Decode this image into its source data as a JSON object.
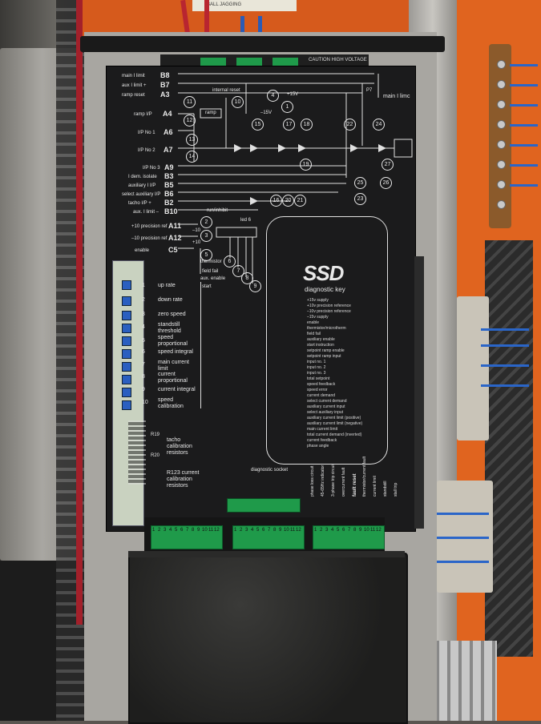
{
  "panel": {
    "caution": "CAUTION HIGH VOLTAGE",
    "top_label": "BALL JAGGING"
  },
  "left_pins": [
    {
      "label": "main I limit",
      "pin": "B8"
    },
    {
      "label": "aux I limit +",
      "pin": "B7"
    },
    {
      "label": "ramp reset",
      "pin": "A3"
    },
    {
      "label": "ramp I/P",
      "pin": "A4"
    },
    {
      "label": "I/P No 1",
      "pin": "A6"
    },
    {
      "label": "I/P No 2",
      "pin": "A7"
    },
    {
      "label": "I/P No 3",
      "pin": "A9"
    },
    {
      "label": "I dem. isolate",
      "pin": "B3"
    },
    {
      "label": "auxiliary I I/P",
      "pin": "B5"
    },
    {
      "label": "select auxiliary I/P",
      "pin": "B6"
    },
    {
      "label": "tacho I/P +",
      "pin": "B2"
    },
    {
      "label": "aux. I limit –",
      "pin": "B10"
    },
    {
      "label": "+10 precision ref",
      "pin": "A11"
    },
    {
      "label": "–10 precision ref",
      "pin": "A12"
    },
    {
      "label": "enable",
      "pin": "C5"
    }
  ],
  "diagram": {
    "internal_reset": "internal reset",
    "ramp": "ramp",
    "plus15": "+15V",
    "minus15": "–15V",
    "main_i_limit": "main I limc",
    "p7": "P7",
    "run_inhibit": "run/inhibit",
    "led6": "led 6",
    "thermistor": "thermistor",
    "field_fail": "field fail",
    "aux_enable": "aux. enable",
    "start": "start",
    "minus10": "–10",
    "plus10": "+10",
    "numbers": [
      "1",
      "2",
      "3",
      "4",
      "5",
      "6",
      "7",
      "8",
      "9",
      "10",
      "11",
      "12",
      "13",
      "14",
      "15",
      "16",
      "17",
      "18",
      "19",
      "20",
      "21",
      "22",
      "23",
      "24",
      "25",
      "26",
      "27"
    ]
  },
  "pots": [
    {
      "n": "1",
      "label": "up rate"
    },
    {
      "n": "2",
      "label": "down rate"
    },
    {
      "n": "3",
      "label": "zero speed"
    },
    {
      "n": "4",
      "label": "standstill threshold"
    },
    {
      "n": "5",
      "label": "speed proportional"
    },
    {
      "n": "6",
      "label": "speed integral"
    },
    {
      "n": "7",
      "label": "main current limit"
    },
    {
      "n": "8",
      "label": "current proportional"
    },
    {
      "n": "9",
      "label": "current integral"
    },
    {
      "n": "10",
      "label": "speed calibration"
    }
  ],
  "resistors": {
    "r19": "R19",
    "r20": "R20",
    "tacho": "tacho calibration resistors",
    "r123": "R123 current calibration resistors"
  },
  "key": {
    "logo": "SSD",
    "title": "diagnostic key",
    "items": [
      "+15v supply",
      "+10v precision reference",
      "–10v precision reference",
      "–15v supply",
      "enable",
      "thermistor/microtherm",
      "field fail",
      "auxiliary enable",
      "start instruction",
      "setpoint ramp enable",
      "setpoint ramp input",
      "input no. 1",
      "input no. 2",
      "input no. 3",
      "total setpoint",
      "speed feedback",
      "speed error",
      "current demand",
      "select current demand",
      "auxiliary current input",
      "select auxiliary input",
      "auxiliary current limit (positive)",
      "auxiliary current limit (negative)",
      "main current limit",
      "total current demand (inverted)",
      "current feedback",
      "phase angle"
    ]
  },
  "bottom": {
    "diagnostic_socket": "diagnostic socket",
    "fault_reset": "fault reset",
    "vertical_labels": [
      "phase loss circuit",
      "45-65Hz indicator",
      "3-phase trip circuit",
      "overcurrent fault",
      "thermistor/current fault",
      "current limit",
      "standstill",
      "stall trip"
    ]
  },
  "terminals": {
    "a": [
      "1",
      "2",
      "3",
      "4",
      "5",
      "6",
      "7",
      "8",
      "9",
      "10",
      "11",
      "12"
    ],
    "b": [
      "1",
      "2",
      "3",
      "4",
      "5",
      "6",
      "7",
      "8",
      "9",
      "10",
      "11",
      "12"
    ],
    "c": [
      "1",
      "2",
      "3",
      "4",
      "5",
      "6",
      "7",
      "8",
      "9",
      "10",
      "11",
      "12"
    ]
  }
}
